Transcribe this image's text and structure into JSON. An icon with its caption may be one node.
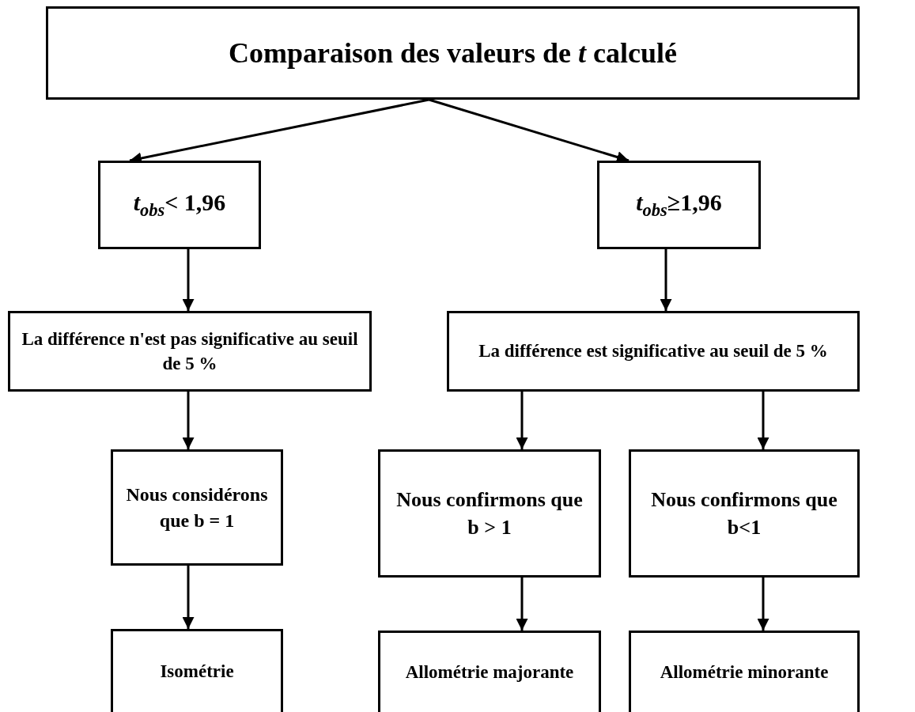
{
  "diagram": {
    "nodes": [
      {
        "text": [
          "Comparaison des valeurs de *t* calculé"
        ]
      },
      {
        "text": [
          "*t*$_{obs}$< 1,96"
        ]
      },
      {
        "text": [
          "*t*$_{obs}$≥1,96"
        ]
      },
      {
        "text": [
          "La différence n'est pas significative au seuil de 5 %"
        ]
      },
      {
        "text": [
          "La différence est significative au seuil de 5 %"
        ]
      },
      {
        "text": [
          "Nous considérons que b = 1"
        ]
      },
      {
        "text": [
          "Nous confirmons que b > 1"
        ]
      },
      {
        "text": [
          "Nous confirmons que b<1"
        ]
      },
      {
        "text": [
          "Isométrie"
        ]
      },
      {
        "text": [
          "Allométrie majorante"
        ]
      },
      {
        "text": [
          "Allométrie minorante"
        ]
      }
    ],
    "edges": [
      {
        "from": 0,
        "to": 1,
        "arrow": "to"
      },
      {
        "from": 0,
        "to": 2,
        "arrow": "to"
      },
      {
        "from": 1,
        "to": 3,
        "arrow": "to"
      },
      {
        "from": 2,
        "to": 4,
        "arrow": "to"
      },
      {
        "from": 3,
        "to": 5,
        "arrow": "to"
      },
      {
        "from": 4,
        "to": 6,
        "arrow": "to"
      },
      {
        "from": 4,
        "to": 7,
        "arrow": "to"
      },
      {
        "from": 5,
        "to": 8,
        "arrow": "to"
      },
      {
        "from": 6,
        "to": 9,
        "arrow": "to"
      },
      {
        "from": 7,
        "to": 10,
        "arrow": "to"
      }
    ]
  }
}
